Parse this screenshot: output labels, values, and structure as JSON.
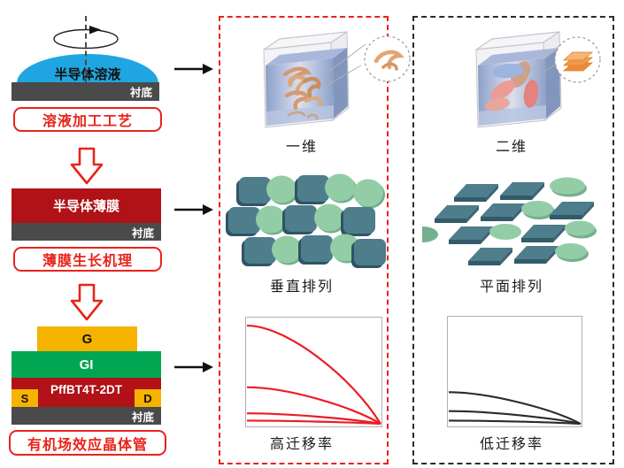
{
  "figure": {
    "process_column": {
      "spin_coating": {
        "solution_label": "半导体溶液",
        "substrate_label": "衬底",
        "caption": "溶液加工工艺"
      },
      "thin_film": {
        "film_label": "半导体薄膜",
        "substrate_label": "衬底",
        "caption": "薄膜生长机理"
      },
      "transistor": {
        "gate_label": "G",
        "dielectric_label": "GI",
        "semiconductor_label": "PffBT4T-2DT",
        "source_label": "S",
        "drain_label": "D",
        "substrate_label": "衬底",
        "caption": "有机场效应晶体管"
      }
    },
    "one_dimensional_panel": {
      "solution_caption": "一维",
      "packing_caption": "垂直排列",
      "mobility_caption": "高迁移率"
    },
    "two_dimensional_panel": {
      "solution_caption": "二维",
      "packing_caption": "平面排列",
      "mobility_caption": "低迁移率"
    }
  },
  "colors": {
    "accent_red": "#E8231A",
    "film_red": "#B11217",
    "solution_blue": "#1FA6E0",
    "substrate_gray": "#4A4A4A",
    "gate_yellow": "#F5B300",
    "dielectric_green": "#00A651",
    "tile_teal": "#4E7D8C",
    "disc_green": "#93CDA6",
    "liquid_blue": "#A9B8DA",
    "ribbon_orange": "#D79E77",
    "sheet_orange": "#EF9440",
    "high_mobility_line": "#ED1C24",
    "low_mobility_line": "#2B2B2B"
  },
  "chart_data": [
    {
      "type": "line",
      "title": "高迁移率",
      "line_color": "#ED1C24",
      "line_width": 2.2,
      "frame_color": "#B0B0B5",
      "x_axis": {
        "label": "",
        "ticks": [],
        "range": [
          0,
          1
        ]
      },
      "y_axis": {
        "label": "",
        "ticks": [],
        "range": [
          0,
          1
        ]
      },
      "curves": [
        {
          "y_start": 0.94,
          "y_end": 0
        },
        {
          "y_start": 0.35,
          "y_end": 0
        },
        {
          "y_start": 0.1,
          "y_end": 0
        },
        {
          "y_start": 0.03,
          "y_end": 0
        }
      ]
    },
    {
      "type": "line",
      "title": "低迁移率",
      "line_color": "#2B2B2B",
      "line_width": 2.1,
      "frame_color": "#B0B0B5",
      "x_axis": {
        "label": "",
        "ticks": [],
        "range": [
          0,
          1
        ]
      },
      "y_axis": {
        "label": "",
        "ticks": [],
        "range": [
          0,
          1
        ]
      },
      "curves": [
        {
          "y_start": 0.3,
          "y_end": 0
        },
        {
          "y_start": 0.12,
          "y_end": 0
        },
        {
          "y_start": 0.03,
          "y_end": 0
        }
      ]
    }
  ]
}
